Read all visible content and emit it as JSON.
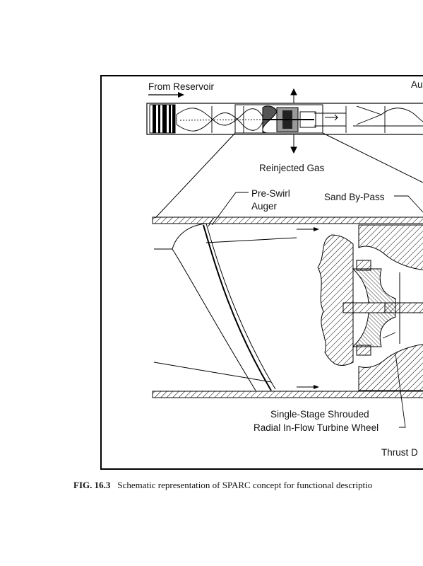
{
  "labels": {
    "from_reservoir": "From Reservoir",
    "top_right_partial": "Au",
    "reinjected_gas": "Reinjected Gas",
    "pre_swirl_line1": "Pre-Swirl",
    "pre_swirl_line2": "Auger",
    "sand_bypass": "Sand By-Pass",
    "turbine_line1": "Single-Stage Shrouded",
    "turbine_line2": "Radial In-Flow Turbine Wheel",
    "thrust_partial": "Thrust D"
  },
  "caption": {
    "number": "FIG. 16.3",
    "text": "Schematic representation of SPARC concept for functional descriptio"
  }
}
